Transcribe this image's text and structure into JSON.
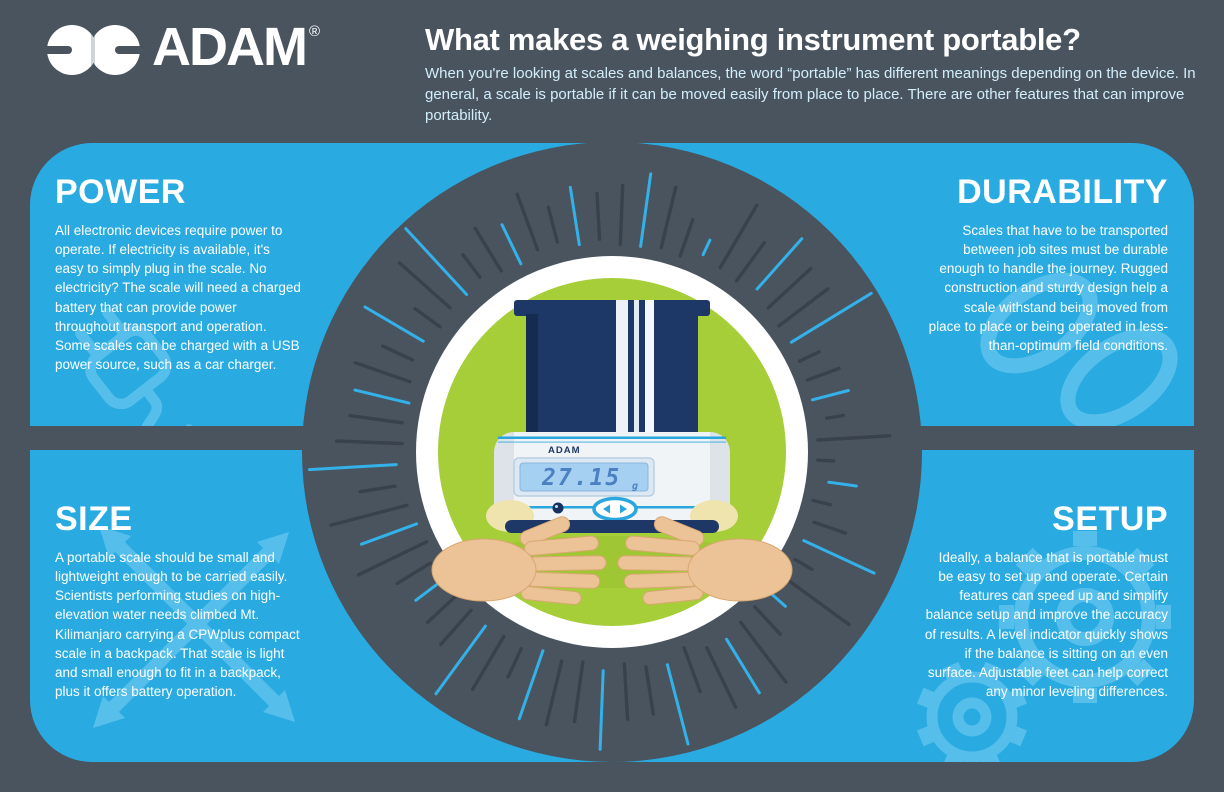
{
  "brand": {
    "name": "ADAM",
    "registered": "®",
    "mark": "ae"
  },
  "header": {
    "title": "What makes a weighing instrument portable?",
    "intro": "When you're looking at scales and balances, the word “portable” has different meanings depending on the device. In general, a scale is portable if it can be moved easily from place to place. There are other features that can improve portability."
  },
  "sections": {
    "power": {
      "heading": "POWER",
      "icon": "plug-icon",
      "body": "All electronic devices require power to operate. If electricity is available, it's easy to simply plug in the scale. No electricity? The scale will need a charged battery that can provide power throughout transport and operation. Some scales can be charged with a USB power source, such as a car charger."
    },
    "durability": {
      "heading": "DURABILITY",
      "icon": "chain-icon",
      "body": "Scales that have to be transported between job sites must be durable enough to handle the journey. Rugged construction and sturdy design help a scale withstand being moved from place to place or being operated in less-than-optimum field conditions."
    },
    "size": {
      "heading": "SIZE",
      "icon": "resize-arrows-icon",
      "body": "A portable scale should be small and lightweight enough to be carried easily. Scientists performing studies on high-elevation water needs climbed Mt. Kilimanjaro carrying a CPWplus compact scale in a backpack. That scale is light and small enough to fit in a backpack, plus it offers battery operation."
    },
    "setup": {
      "heading": "SETUP",
      "icon": "gears-icon",
      "body": "Ideally, a balance that is portable must be easy to set up and operate. Certain features can speed up and simplify balance setup and improve the accuracy of results. A level indicator quickly shows if the balance is sitting on an even surface. Adjustable feet can help correct any minor leveling differences."
    }
  },
  "scale": {
    "brand": "ADAM",
    "display_value": "27.15",
    "display_unit": "g"
  },
  "colors": {
    "background": "#49545f",
    "panel_blue": "#29abe2",
    "accent_light_blue": "#8ed7f4",
    "green": "#a6ce38",
    "navy": "#1d3766",
    "lcd_blue": "#a5d0f1",
    "lcd_digit_blue": "#4b80c2",
    "skin": "#ecc397",
    "white": "#ffffff"
  }
}
